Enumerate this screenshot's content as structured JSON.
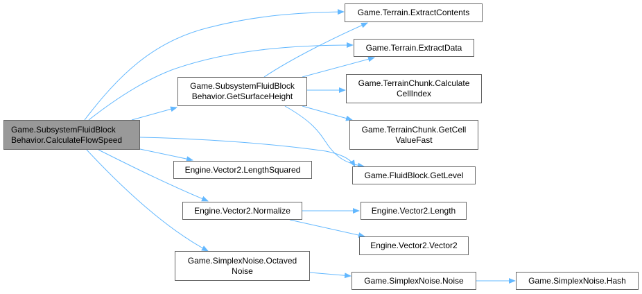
{
  "nodes": {
    "root": [
      "Game.SubsystemFluidBlock",
      "Behavior.CalculateFlowSpeed"
    ],
    "get_surface_height": [
      "Game.SubsystemFluidBlock",
      "Behavior.GetSurfaceHeight"
    ],
    "length_squared": [
      "Engine.Vector2.LengthSquared"
    ],
    "normalize": [
      "Engine.Vector2.Normalize"
    ],
    "octaved_noise": [
      "Game.SimplexNoise.Octaved",
      "Noise"
    ],
    "extract_contents": [
      "Game.Terrain.ExtractContents"
    ],
    "extract_data": [
      "Game.Terrain.ExtractData"
    ],
    "calculate_cell_index": [
      "Game.TerrainChunk.Calculate",
      "CellIndex"
    ],
    "get_cell_value_fast": [
      "Game.TerrainChunk.GetCell",
      "ValueFast"
    ],
    "get_level": [
      "Game.FluidBlock.GetLevel"
    ],
    "length": [
      "Engine.Vector2.Length"
    ],
    "vector2": [
      "Engine.Vector2.Vector2"
    ],
    "noise": [
      "Game.SimplexNoise.Noise"
    ],
    "hash": [
      "Game.SimplexNoise.Hash"
    ]
  },
  "colors": {
    "edge": "#63b8ff",
    "root_fill": "#999999",
    "border": "#666666"
  }
}
